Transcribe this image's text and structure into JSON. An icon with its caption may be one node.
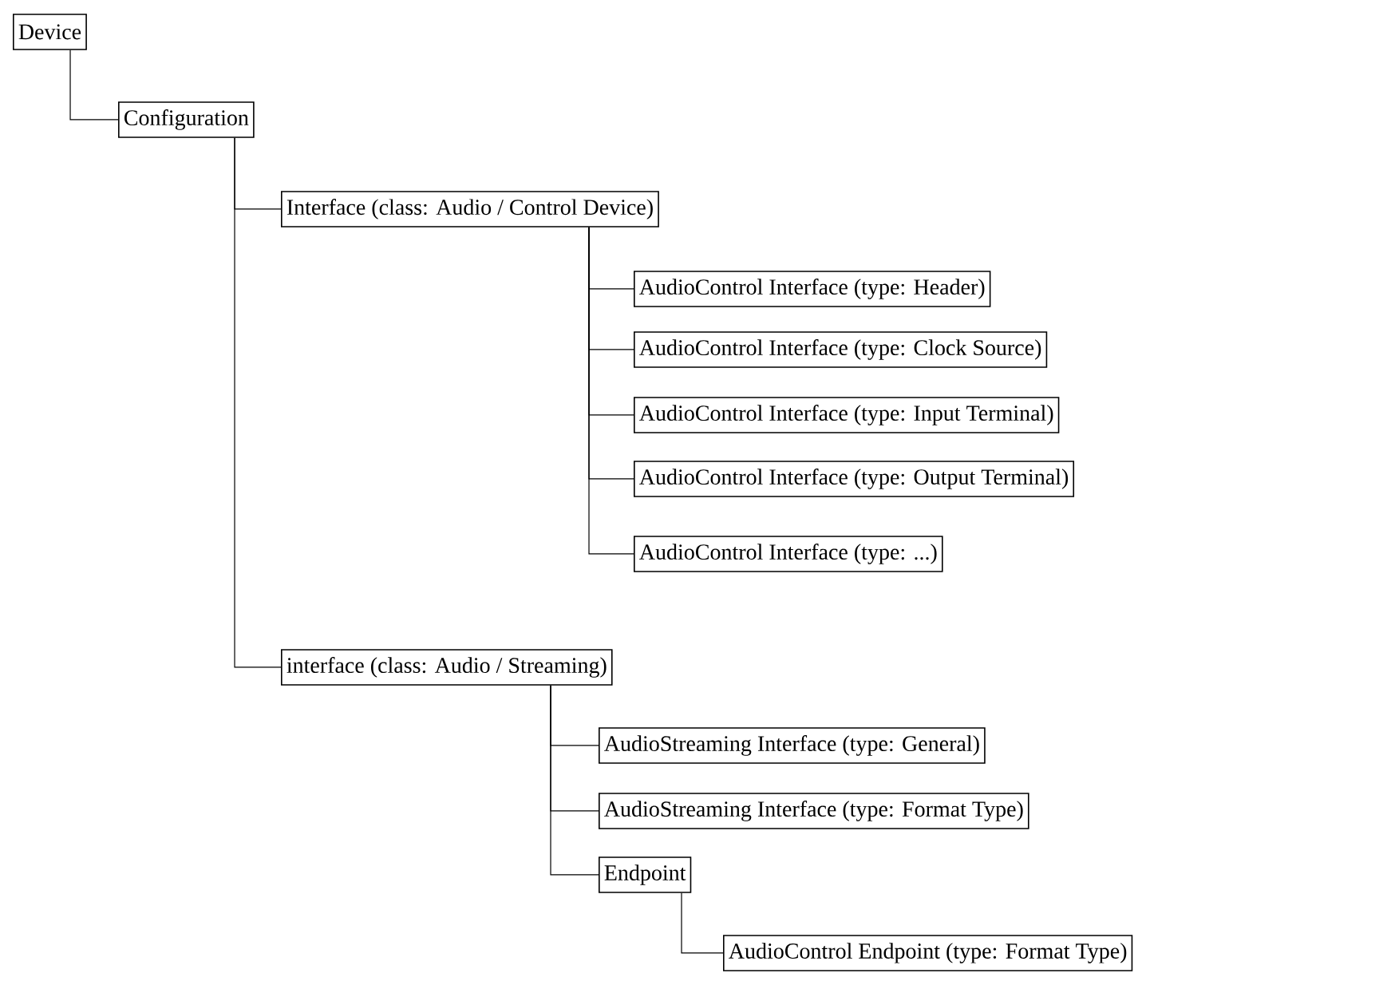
{
  "diagram": {
    "nodes": [
      {
        "text": [
          "Device"
        ]
      },
      {
        "text": [
          "Configuration"
        ]
      },
      {
        "text": [
          "Interface (class: Audio / Control Device)"
        ]
      },
      {
        "text": [
          "AudioControl Interface (type: Header)"
        ]
      },
      {
        "text": [
          "AudioControl Interface (type: Clock Source)"
        ]
      },
      {
        "text": [
          "AudioControl Interface (type: Input Terminal)"
        ]
      },
      {
        "text": [
          "AudioControl Interface (type: Output Terminal)"
        ]
      },
      {
        "text": [
          "AudioControl Interface (type: ...)"
        ]
      },
      {
        "text": [
          "interface (class: Audio / Streaming)"
        ]
      },
      {
        "text": [
          "AudioStreaming Interface (type: General)"
        ]
      },
      {
        "text": [
          "AudioStreaming Interface (type: Format Type)"
        ]
      },
      {
        "text": [
          "Endpoint"
        ]
      },
      {
        "text": [
          "AudioControl Endpoint (type: Format Type)"
        ]
      }
    ],
    "edges": [
      {
        "from": 0,
        "to": 1,
        "arrow": "none"
      },
      {
        "from": 1,
        "to": 2,
        "arrow": "none"
      },
      {
        "from": 2,
        "to": 3,
        "arrow": "none"
      },
      {
        "from": 2,
        "to": 4,
        "arrow": "none"
      },
      {
        "from": 2,
        "to": 5,
        "arrow": "none"
      },
      {
        "from": 2,
        "to": 6,
        "arrow": "none"
      },
      {
        "from": 2,
        "to": 7,
        "arrow": "none"
      },
      {
        "from": 1,
        "to": 8,
        "arrow": "none"
      },
      {
        "from": 8,
        "to": 9,
        "arrow": "none"
      },
      {
        "from": 8,
        "to": 10,
        "arrow": "none"
      },
      {
        "from": 8,
        "to": 11,
        "arrow": "none"
      },
      {
        "from": 11,
        "to": 12,
        "arrow": "none"
      }
    ]
  }
}
